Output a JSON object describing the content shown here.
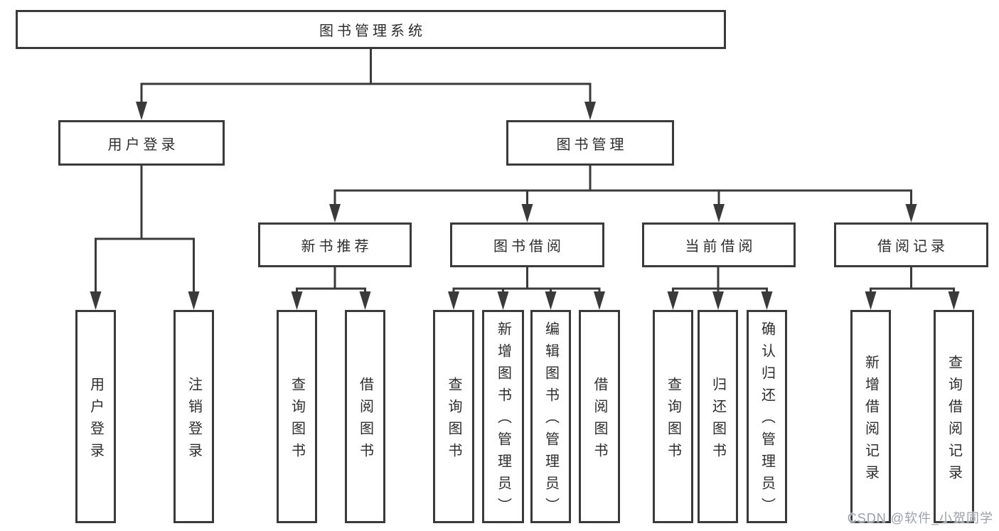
{
  "tree": {
    "root": "图书管理系统",
    "branches": [
      {
        "label": "用户登录",
        "children": [
          "用户登录",
          "注销登录"
        ]
      },
      {
        "label": "图书管理",
        "groups": [
          {
            "label": "新书推荐",
            "children": [
              "查询图书",
              "借阅图书"
            ]
          },
          {
            "label": "图书借阅",
            "children": [
              "查询图书",
              "新增图书（管理员）",
              "编辑图书（管理员）",
              "借阅图书"
            ]
          },
          {
            "label": "当前借阅",
            "children": [
              "查询图书",
              "归还图书",
              "确认归还（管理员）"
            ]
          },
          {
            "label": "借阅记录",
            "children": [
              "新增借阅记录",
              "查询借阅记录"
            ]
          }
        ]
      }
    ]
  },
  "watermark": {
    "text": "CSDN @软件_小贺同学"
  },
  "colors": {
    "line": "#3a3a3a",
    "box_border": "#3a3a3a",
    "text": "#2d2d2d",
    "watermark": "#9ba0a8",
    "background": "#ffffff"
  }
}
